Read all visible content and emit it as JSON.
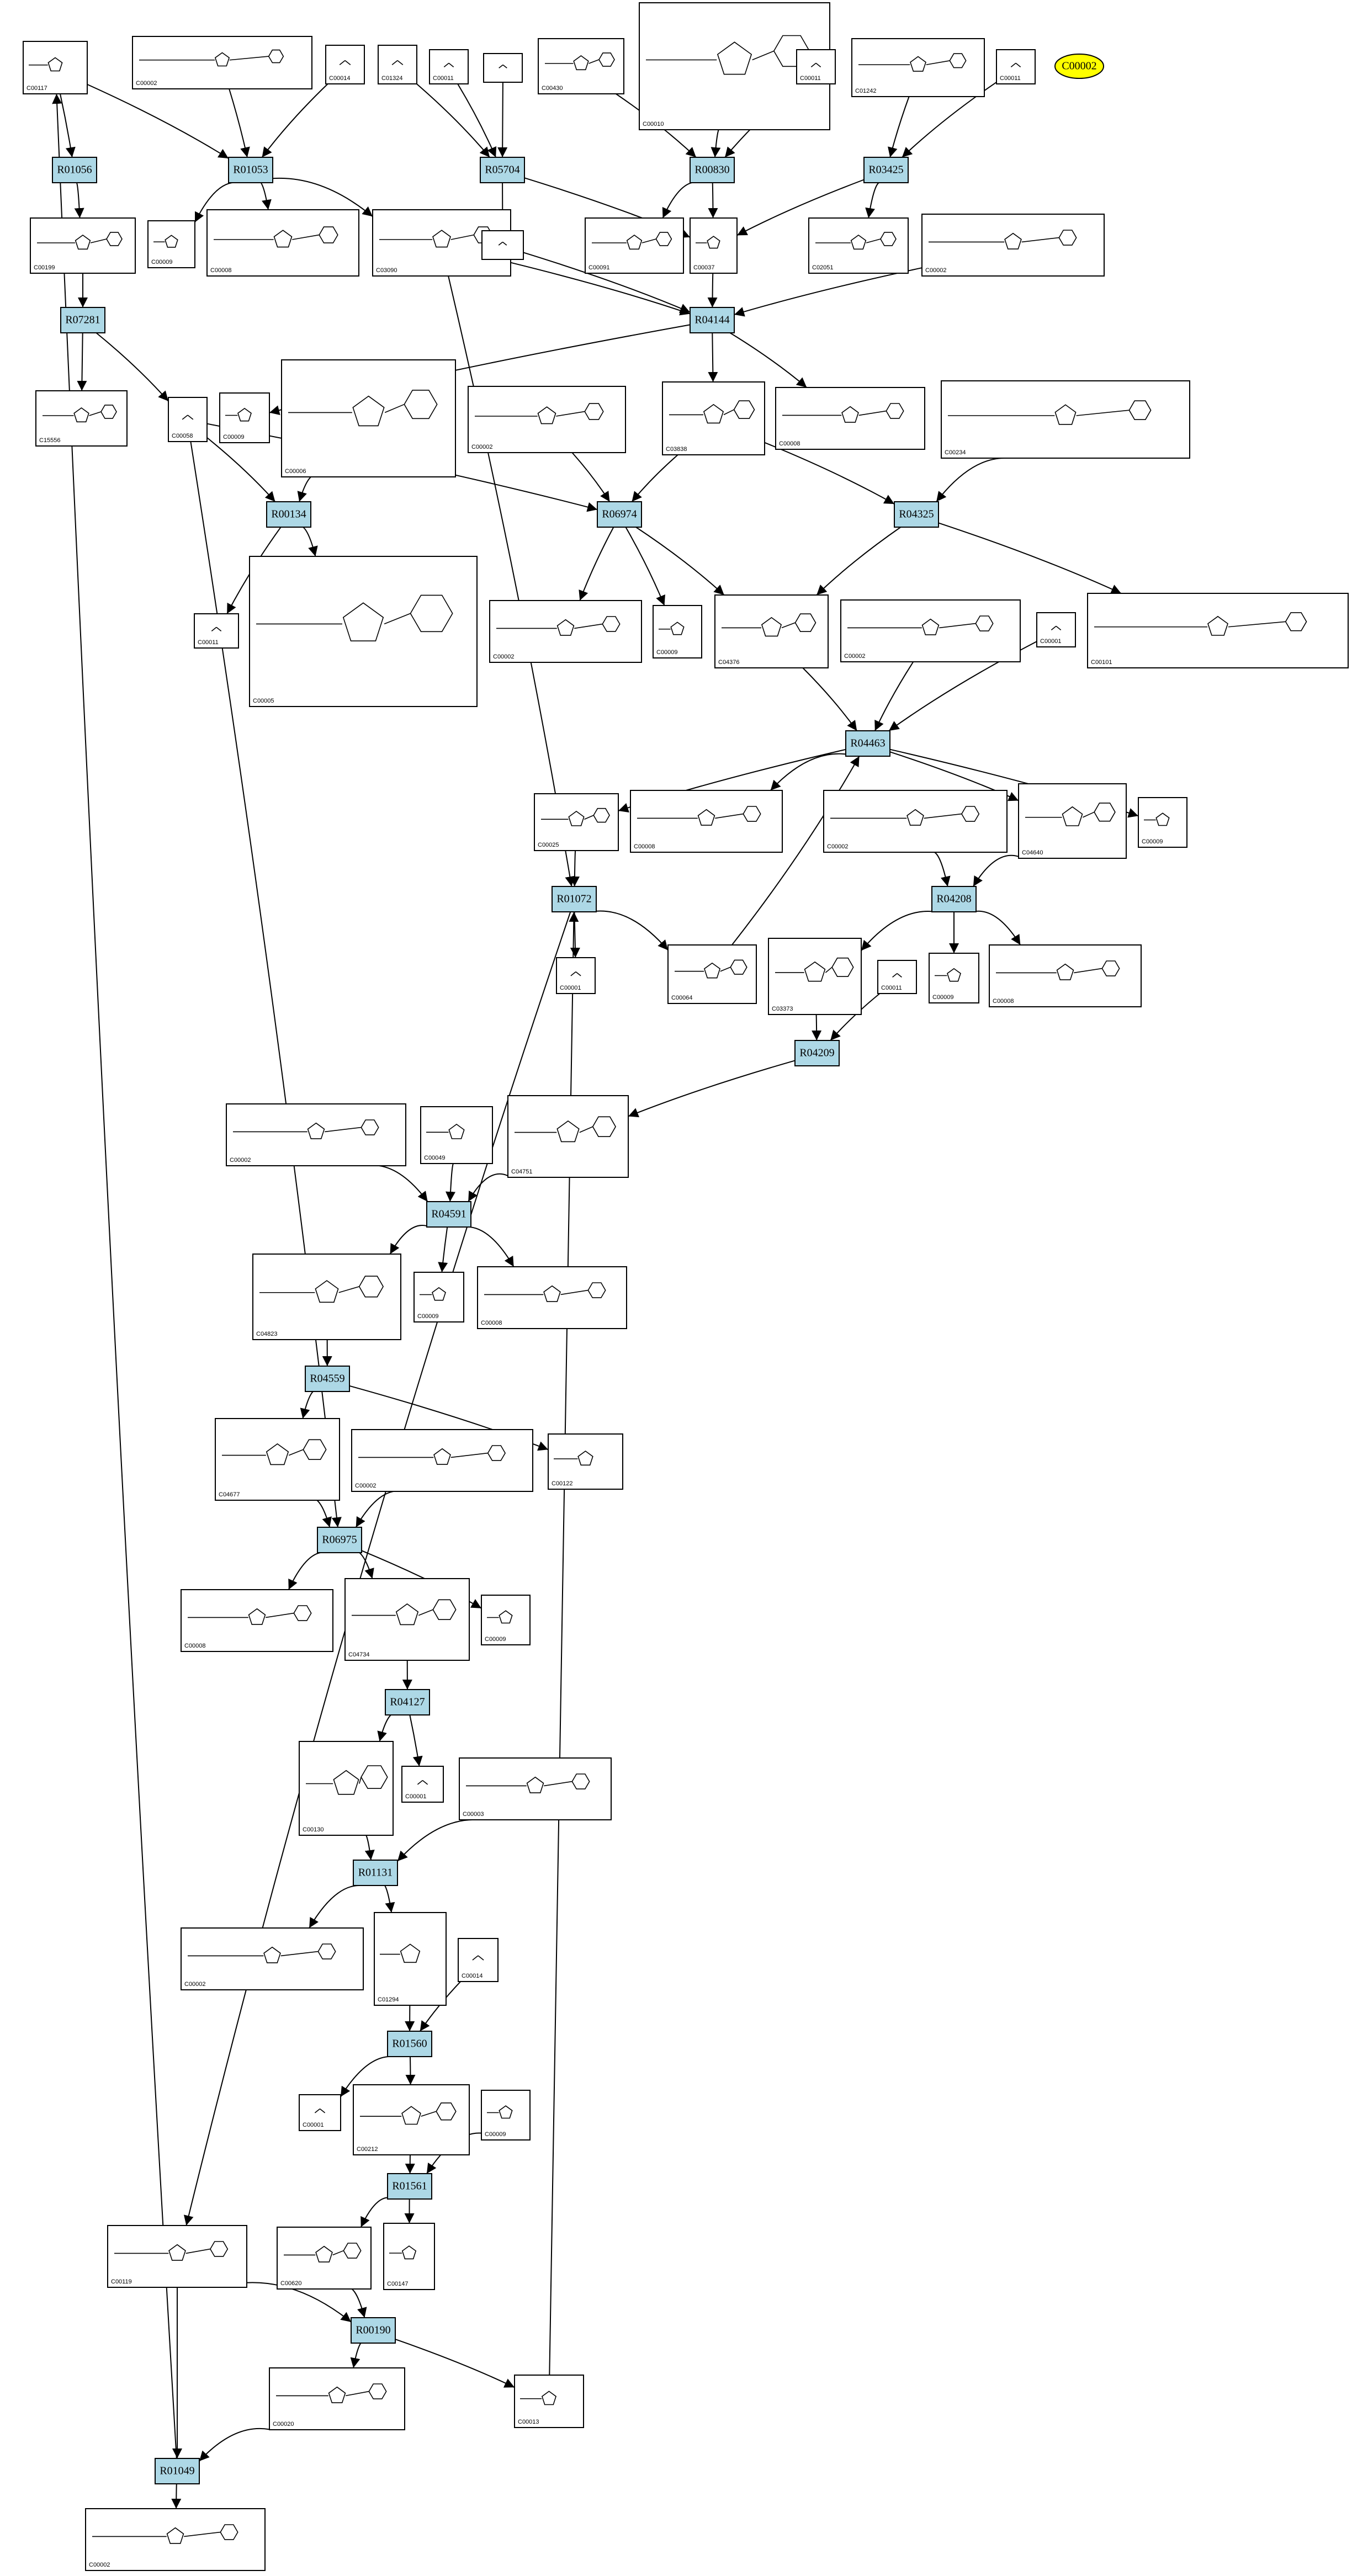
{
  "colors": {
    "reaction_fill": "#add8e6",
    "highlight_fill": "#ffff00",
    "edge": "#000000",
    "background": "#ffffff"
  },
  "highlight": {
    "label": "C00002"
  },
  "reactions": [
    {
      "id": "R01056"
    },
    {
      "id": "R01053"
    },
    {
      "id": "R05704"
    },
    {
      "id": "R00830"
    },
    {
      "id": "R03425"
    },
    {
      "id": "R07281"
    },
    {
      "id": "R04144"
    },
    {
      "id": "R00134"
    },
    {
      "id": "R06974"
    },
    {
      "id": "R04325"
    },
    {
      "id": "R04463"
    },
    {
      "id": "R01072"
    },
    {
      "id": "R04208"
    },
    {
      "id": "R04209"
    },
    {
      "id": "R04591"
    },
    {
      "id": "R04559"
    },
    {
      "id": "R06975"
    },
    {
      "id": "R04127"
    },
    {
      "id": "R01131"
    },
    {
      "id": "R01560"
    },
    {
      "id": "R01561"
    },
    {
      "id": "R00190"
    },
    {
      "id": "R01049"
    }
  ],
  "compounds": [
    {
      "key": "c1",
      "id": "C00117"
    },
    {
      "key": "c2",
      "id": "C00002"
    },
    {
      "key": "c3",
      "id": "C00014"
    },
    {
      "key": "c4",
      "id": "C01324"
    },
    {
      "key": "c5",
      "id": "C00011"
    },
    {
      "key": "c6",
      "id": ""
    },
    {
      "key": "c7",
      "id": "C00430"
    },
    {
      "key": "c8",
      "id": "C00010"
    },
    {
      "key": "c9",
      "id": "C00011"
    },
    {
      "key": "c10",
      "id": "C01242"
    },
    {
      "key": "c11",
      "id": "C00011"
    },
    {
      "key": "c12",
      "id": "C00199"
    },
    {
      "key": "c13",
      "id": "C00009"
    },
    {
      "key": "c14",
      "id": "C00008"
    },
    {
      "key": "c15",
      "id": "C03090"
    },
    {
      "key": "c16",
      "id": ""
    },
    {
      "key": "c17",
      "id": "C00091"
    },
    {
      "key": "c18",
      "id": "C00037"
    },
    {
      "key": "c19",
      "id": "C02051"
    },
    {
      "key": "c20",
      "id": "C00002"
    },
    {
      "key": "c21",
      "id": "C15556"
    },
    {
      "key": "c22",
      "id": "C00058"
    },
    {
      "key": "c23",
      "id": "C00009"
    },
    {
      "key": "c24",
      "id": "C00006"
    },
    {
      "key": "c25",
      "id": "C00002"
    },
    {
      "key": "c26",
      "id": "C03838"
    },
    {
      "key": "c27",
      "id": "C00008"
    },
    {
      "key": "c28",
      "id": "C00234"
    },
    {
      "key": "c29",
      "id": "C00011"
    },
    {
      "key": "c30",
      "id": "C00005"
    },
    {
      "key": "c31",
      "id": "C00002"
    },
    {
      "key": "c32",
      "id": "C00009"
    },
    {
      "key": "c33",
      "id": "C04376"
    },
    {
      "key": "c34",
      "id": "C00002"
    },
    {
      "key": "c35",
      "id": "C00001"
    },
    {
      "key": "c36",
      "id": "C00101"
    },
    {
      "key": "c37",
      "id": "C00025"
    },
    {
      "key": "c38",
      "id": "C00008"
    },
    {
      "key": "c39",
      "id": "C00002"
    },
    {
      "key": "c40",
      "id": "C04640"
    },
    {
      "key": "c41",
      "id": "C00009"
    },
    {
      "key": "c42",
      "id": "C00001"
    },
    {
      "key": "c43",
      "id": "C00064"
    },
    {
      "key": "c44",
      "id": "C03373"
    },
    {
      "key": "c45",
      "id": "C00011"
    },
    {
      "key": "c46",
      "id": "C00009"
    },
    {
      "key": "c47",
      "id": "C00008"
    },
    {
      "key": "c48",
      "id": "C00002"
    },
    {
      "key": "c49",
      "id": "C00049"
    },
    {
      "key": "c50",
      "id": "C04751"
    },
    {
      "key": "c51",
      "id": "C04823"
    },
    {
      "key": "c52",
      "id": "C00009"
    },
    {
      "key": "c53",
      "id": "C00008"
    },
    {
      "key": "c54",
      "id": "C04677"
    },
    {
      "key": "c55",
      "id": "C00002"
    },
    {
      "key": "c56",
      "id": "C00122"
    },
    {
      "key": "c57",
      "id": "C00008"
    },
    {
      "key": "c58",
      "id": "C04734"
    },
    {
      "key": "c59",
      "id": "C00009"
    },
    {
      "key": "c60",
      "id": "C00130"
    },
    {
      "key": "c61",
      "id": "C00001"
    },
    {
      "key": "c62",
      "id": "C00003"
    },
    {
      "key": "c63",
      "id": "C00002"
    },
    {
      "key": "c64",
      "id": "C01294"
    },
    {
      "key": "c65",
      "id": "C00014"
    },
    {
      "key": "c66",
      "id": "C00001"
    },
    {
      "key": "c67",
      "id": "C00212"
    },
    {
      "key": "c68",
      "id": "C00009"
    },
    {
      "key": "c69",
      "id": "C00620"
    },
    {
      "key": "c70",
      "id": "C00147"
    },
    {
      "key": "c71",
      "id": "C00119"
    },
    {
      "key": "c72",
      "id": "C00020"
    },
    {
      "key": "c73",
      "id": "C00013"
    },
    {
      "key": "c74",
      "id": "C00002"
    }
  ]
}
